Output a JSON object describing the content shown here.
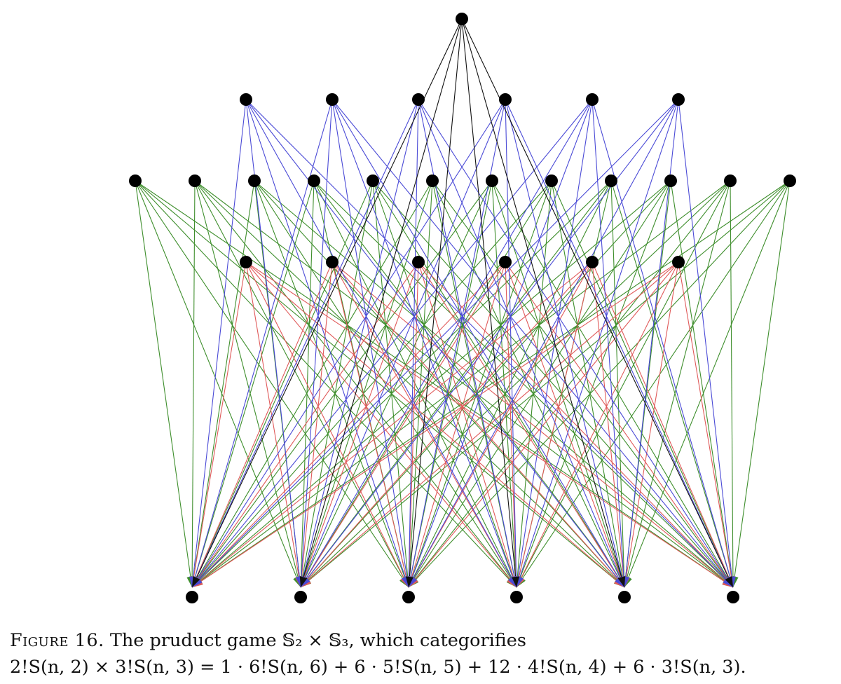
{
  "figure": {
    "label": "Figure 16.",
    "caption_line1": "The pruduct game 𝕊₂ × 𝕊₃, which categorifies",
    "caption_line2": "2!S(n, 2) × 3!S(n, 3) = 1 · 6!S(n, 6) + 6 · 5!S(n, 5) + 12 · 4!S(n, 4) + 6 · 3!S(n, 3)."
  },
  "graph": {
    "edge_colors": {
      "top": "#111111",
      "second_row": "#4a4ad6",
      "third_row": "#3e8e2c",
      "fourth_row": "#e05a5a"
    },
    "node_color": "#000000",
    "levels": [
      {
        "name": "top",
        "count": 1
      },
      {
        "name": "second_row",
        "count": 6
      },
      {
        "name": "third_row",
        "count": 12
      },
      {
        "name": "fourth_row",
        "count": 6
      },
      {
        "name": "bottom",
        "count": 6
      }
    ]
  }
}
